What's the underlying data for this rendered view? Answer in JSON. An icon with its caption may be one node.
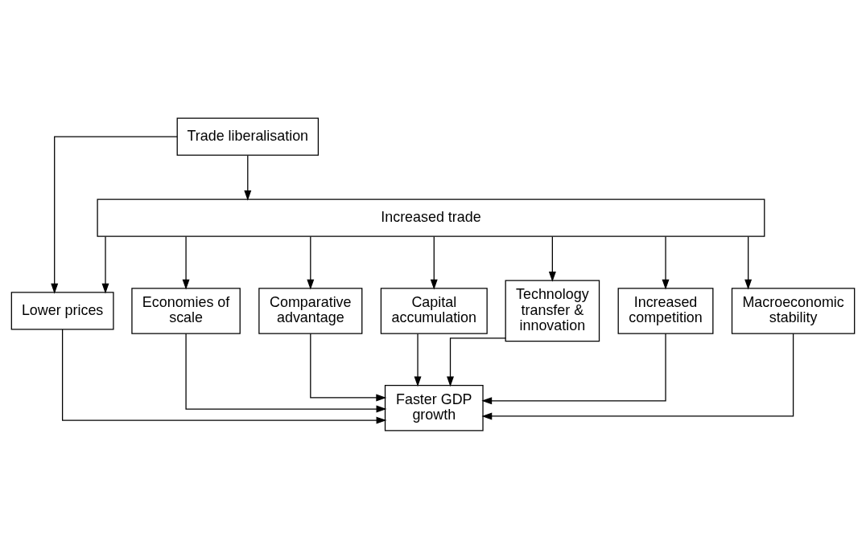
{
  "diagram": {
    "nodes": [
      {
        "text": [
          "Trade liberalisation"
        ]
      },
      {
        "text": [
          "Increased trade"
        ]
      },
      {
        "text": [
          "Lower prices"
        ]
      },
      {
        "text": [
          "Economies of scale"
        ]
      },
      {
        "text": [
          "Comparative advantage"
        ]
      },
      {
        "text": [
          "Capital accumulation"
        ]
      },
      {
        "text": [
          "Technology transfer & innovation"
        ]
      },
      {
        "text": [
          "Increased competition"
        ]
      },
      {
        "text": [
          "Macroeconomic stability"
        ]
      },
      {
        "text": [
          "Faster GDP growth"
        ]
      }
    ],
    "edges": [
      {
        "from": 0,
        "to": 1,
        "arrow": "to"
      },
      {
        "from": 0,
        "to": 2,
        "arrow": "to"
      },
      {
        "from": 1,
        "to": 2,
        "arrow": "to"
      },
      {
        "from": 1,
        "to": 3,
        "arrow": "to"
      },
      {
        "from": 1,
        "to": 4,
        "arrow": "to"
      },
      {
        "from": 1,
        "to": 5,
        "arrow": "to"
      },
      {
        "from": 1,
        "to": 6,
        "arrow": "to"
      },
      {
        "from": 1,
        "to": 7,
        "arrow": "to"
      },
      {
        "from": 1,
        "to": 8,
        "arrow": "to"
      },
      {
        "from": 2,
        "to": 9,
        "arrow": "to"
      },
      {
        "from": 3,
        "to": 9,
        "arrow": "to"
      },
      {
        "from": 4,
        "to": 9,
        "arrow": "to"
      },
      {
        "from": 5,
        "to": 9,
        "arrow": "to"
      },
      {
        "from": 6,
        "to": 9,
        "arrow": "to"
      },
      {
        "from": 7,
        "to": 9,
        "arrow": "to"
      },
      {
        "from": 8,
        "to": 9,
        "arrow": "to"
      }
    ]
  }
}
